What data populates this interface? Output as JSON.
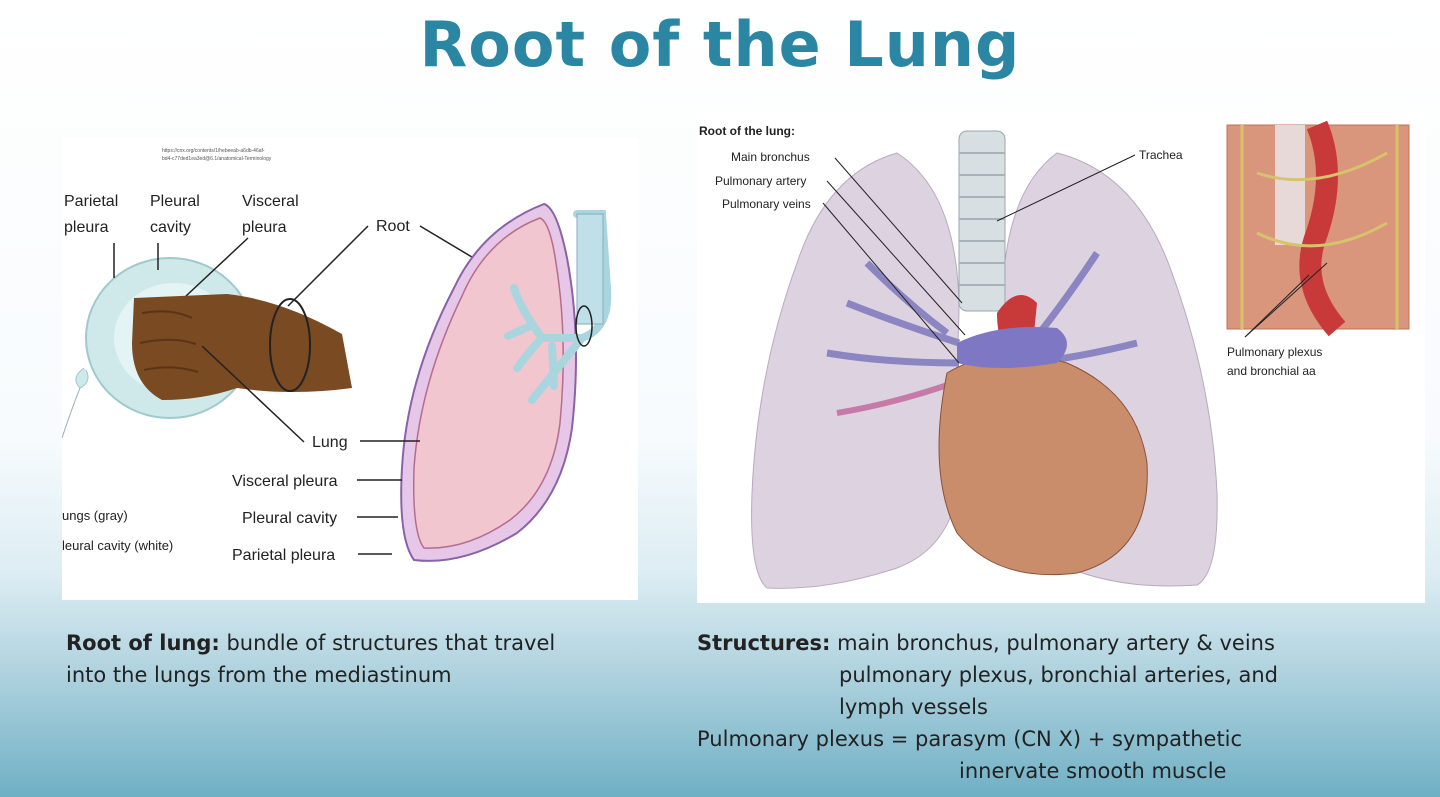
{
  "title": "Root of the Lung",
  "left_figure": {
    "url_text": [
      "https://cnx.org/contents/1/hebeeab-a6db-46af-",
      "bd4-c77ded1ea3ed@6.1/anatomical-Terminology"
    ],
    "labels": {
      "parietal_pleura_top": [
        "Parietal",
        "pleura"
      ],
      "pleural_cavity_top": [
        "Pleural",
        "cavity"
      ],
      "visceral_pleura_top": [
        "Visceral",
        "pleura"
      ],
      "root": "Root",
      "lung": "Lung",
      "visceral_pleura": "Visceral pleura",
      "pleural_cavity": "Pleural cavity",
      "parietal_pleura": "Parietal pleura",
      "lungs_gray": "ungs (gray)",
      "pleural_cavity_white": "leural cavity (white)"
    }
  },
  "right_figure": {
    "heading": "Root of the lung:",
    "labels": {
      "main_bronchus": "Main bronchus",
      "pulmonary_artery": "Pulmonary artery",
      "pulmonary_veins": "Pulmonary veins",
      "trachea": "Trachea",
      "plexus": [
        "Pulmonary plexus",
        "and bronchial aa"
      ]
    }
  },
  "caption_left": {
    "bold": "Root of lung:",
    "text": " bundle of structures that travel",
    "line2": "into the lungs from the mediastinum"
  },
  "caption_right": {
    "bold": "Structures:",
    "line1": " main bronchus, pulmonary artery & veins",
    "line2": "pulmonary plexus, bronchial arteries, and",
    "line3": "lymph vessels",
    "line4": "Pulmonary plexus = parasym (CN X) + sympathetic",
    "line5": "innervate smooth muscle"
  }
}
